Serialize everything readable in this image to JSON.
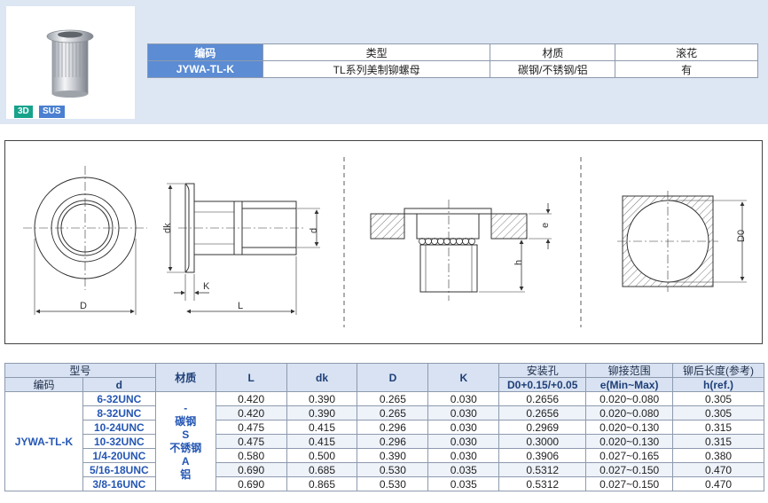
{
  "product": {
    "badges": [
      "3D",
      "SUS"
    ]
  },
  "info_table": {
    "headers": [
      "编码",
      "类型",
      "材质",
      "滚花"
    ],
    "row": [
      "JYWA-TL-K",
      "TL系列美制铆螺母",
      "碳钢/不锈钢/铝",
      "有"
    ]
  },
  "drawing": {
    "labels": {
      "D": "D",
      "dk": "dk",
      "d": "d",
      "K": "K",
      "L": "L",
      "e": "e",
      "h": "h",
      "D0": "D0"
    }
  },
  "spec_table": {
    "headers": {
      "model": "型号",
      "code": "编码",
      "d": "d",
      "material": "材质",
      "L": "L",
      "dk": "dk",
      "D": "D",
      "K": "K",
      "hole_title": "安装孔",
      "hole_sub": "D0+0.15/+0.05",
      "grip_title": "铆接范围",
      "grip_sub": "e(Min~Max)",
      "height_title": "铆后长度(参考)",
      "height_sub": "h(ref.)"
    },
    "code": "JYWA-TL-K",
    "material_lines": [
      "-",
      "碳钢",
      "S",
      "不锈钢",
      "A",
      "铝"
    ],
    "rows": [
      {
        "d": "6-32UNC",
        "L": "0.420",
        "dk": "0.390",
        "D": "0.265",
        "K": "0.030",
        "D0": "0.2656",
        "e": "0.020~0.080",
        "h": "0.305"
      },
      {
        "d": "8-32UNC",
        "L": "0.420",
        "dk": "0.390",
        "D": "0.265",
        "K": "0.030",
        "D0": "0.2656",
        "e": "0.020~0.080",
        "h": "0.305"
      },
      {
        "d": "10-24UNC",
        "L": "0.475",
        "dk": "0.415",
        "D": "0.296",
        "K": "0.030",
        "D0": "0.2969",
        "e": "0.020~0.130",
        "h": "0.315"
      },
      {
        "d": "10-32UNC",
        "L": "0.475",
        "dk": "0.415",
        "D": "0.296",
        "K": "0.030",
        "D0": "0.3000",
        "e": "0.020~0.130",
        "h": "0.315"
      },
      {
        "d": "1/4-20UNC",
        "L": "0.580",
        "dk": "0.500",
        "D": "0.390",
        "K": "0.030",
        "D0": "0.3906",
        "e": "0.027~0.165",
        "h": "0.380"
      },
      {
        "d": "5/16-18UNC",
        "L": "0.690",
        "dk": "0.685",
        "D": "0.530",
        "K": "0.035",
        "D0": "0.5312",
        "e": "0.027~0.150",
        "h": "0.470"
      },
      {
        "d": "3/8-16UNC",
        "L": "0.690",
        "dk": "0.865",
        "D": "0.530",
        "K": "0.035",
        "D0": "0.5312",
        "e": "0.027~0.150",
        "h": "0.470"
      }
    ]
  }
}
